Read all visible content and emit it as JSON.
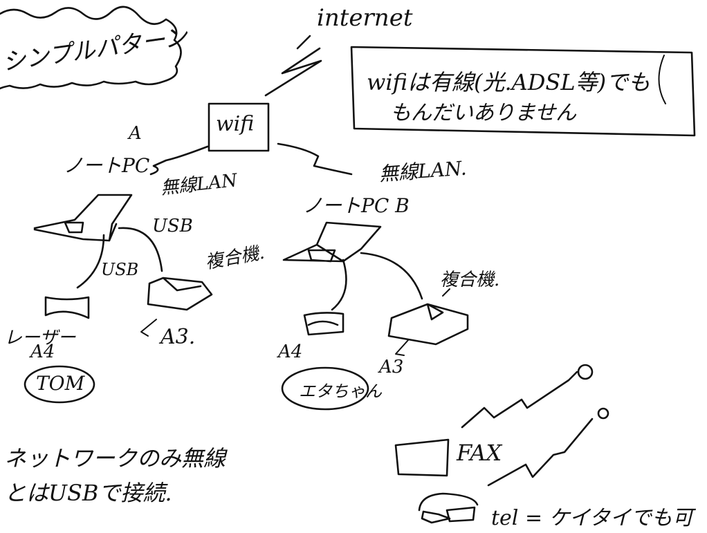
{
  "title": "シンプルパターン",
  "internet": "internet",
  "wifi": "wifi",
  "note": {
    "line1": "wifiは有線(光.ADSL等)でも",
    "line2": "もんだいありません"
  },
  "pc_a": {
    "letter": "A",
    "label": "ノートPC"
  },
  "pc_b": {
    "label": "ノートPC B"
  },
  "wireless_left": "無線LAN",
  "wireless_right": "無線LAN.",
  "usb_1": "USB",
  "usb_2": "USB",
  "scanner_left": "複合機.",
  "scanner_right": "複合機.",
  "laser_label": "レーザー",
  "a4_left": "A4",
  "a3_left": "A3.",
  "a4_right": "A4",
  "a3_right": "A3",
  "owner_left": "TOM",
  "owner_right": "エタちゃん",
  "bottom_note": {
    "line1": "ネットワークのみ無線",
    "line2": "とはUSBで接続."
  },
  "fax": "FAX",
  "tel": "tel = ケイタイでも可"
}
